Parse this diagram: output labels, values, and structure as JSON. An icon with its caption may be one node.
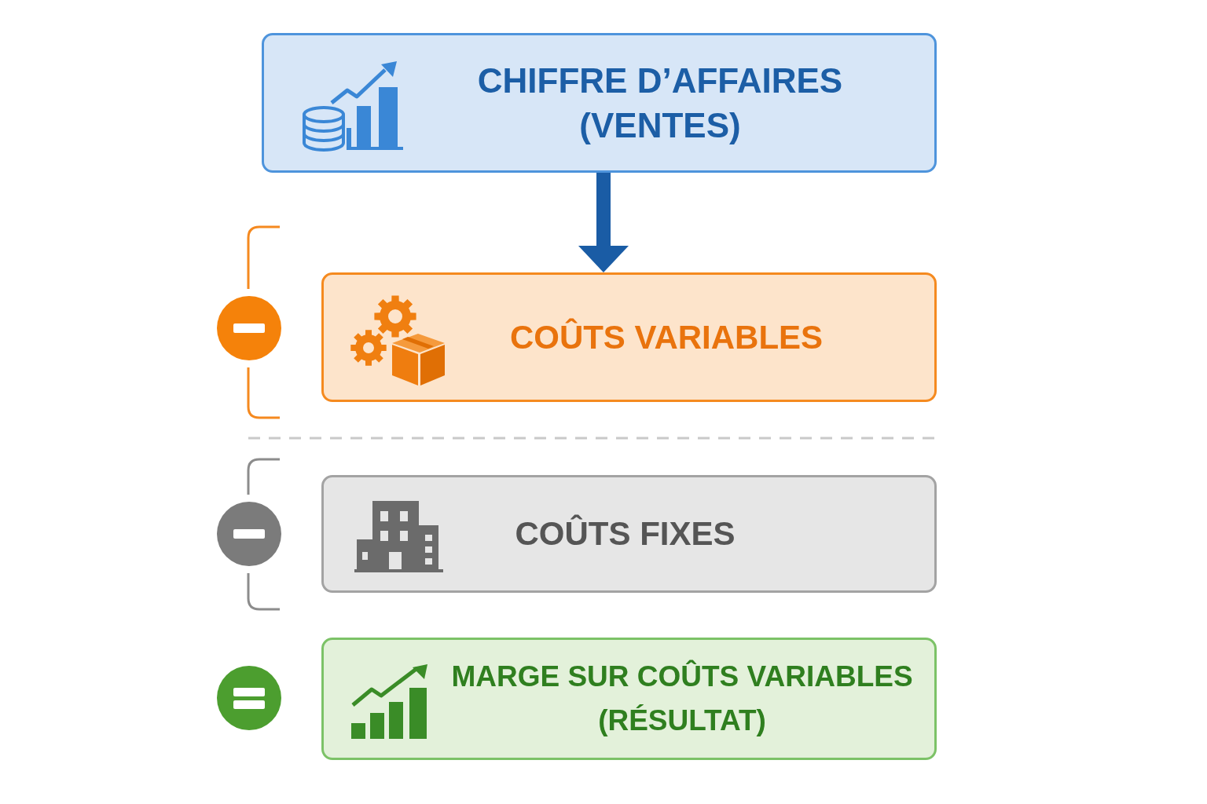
{
  "diagram": {
    "nodes": [
      {
        "text": [
          "CHIFFRE D’AFFAIRES (VENTES)"
        ]
      },
      {
        "text": [
          "COÛTS VARIABLES"
        ]
      },
      {
        "text": [
          "COÛTS FIXES"
        ]
      },
      {
        "text": [
          "MARGE SUR COÛTS VARIABLES (RÉSULTAT)"
        ]
      }
    ],
    "edges": [
      {
        "from": 0,
        "to": 1,
        "arrow": "to"
      }
    ]
  }
}
